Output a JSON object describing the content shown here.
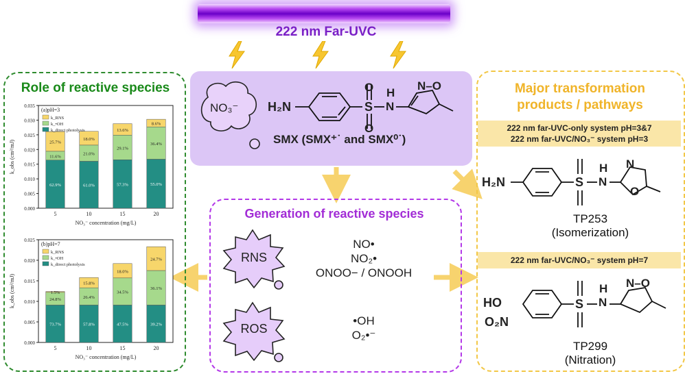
{
  "lamp": {
    "label": "222 nm Far-UVC"
  },
  "smx": {
    "nitrate_label": "NO₃⁻",
    "name_label": "SMX (SMX⁺˙ and SMX⁰˙)"
  },
  "left_panel": {
    "title": "Role of reactive species",
    "charts_meta": {
      "xlabel": "NO₃⁻ concentration (mg/L)",
      "ylabel": "k_obs (cm²/mJ)"
    }
  },
  "middle_panel": {
    "title": "Generation of reactive species",
    "rns": {
      "label": "RNS",
      "species": [
        "NO•",
        "NO₂•",
        "ONOO− / ONOOH"
      ]
    },
    "ros": {
      "label": "ROS",
      "species": [
        "•OH",
        "O₂•⁻"
      ]
    }
  },
  "right_panel": {
    "title_line1": "Major transformation",
    "title_line2": "products / pathways",
    "band1_line1": "222 nm far-UVC-only system   pH=3&7",
    "band1_line2": "222 nm far-UVC/NO₃⁻  system pH=3",
    "band2": "222 nm far-UVC/NO₃⁻  system   pH=7",
    "tp1_name": "TP253",
    "tp1_path": "(Isomerization)",
    "tp2_name": "TP299",
    "tp2_path": "(Nitration)"
  },
  "chem": {
    "h2n": "H₂N",
    "ho": "HO",
    "o2n": "O₂N",
    "S": "S",
    "O": "O",
    "N": "N",
    "H": "H",
    "NO": "N–O"
  },
  "colors": {
    "rns_ros_fill": "#e6cdfa",
    "bar_knox": "#f7d66b",
    "bar_koh": "#a6d98c",
    "bar_direct": "#238e84",
    "arrow": "#f7d36e"
  },
  "chart_data": [
    {
      "type": "bar",
      "stacked": true,
      "panel_label": "(a)pH=3",
      "categories": [
        "5",
        "10",
        "15",
        "20"
      ],
      "xlabel": "NO₃⁻ concentration (mg/L)",
      "ylabel": "k_obs (cm²/mJ)",
      "ylim": [
        0,
        0.035
      ],
      "yticks": [
        "0.000",
        "0.005",
        "0.010",
        "0.015",
        "0.020",
        "0.025",
        "0.030",
        "0.035"
      ],
      "legend": [
        "k_RNS",
        "k_•OH",
        "k_direct photolysis"
      ],
      "series": [
        {
          "name": "k_direct photolysis",
          "values": [
            0.0164,
            0.016,
            0.0165,
            0.0167
          ],
          "labels": [
            "62.9%",
            "61.0%",
            "57.3%",
            "55.0%"
          ]
        },
        {
          "name": "k_•OH",
          "values": [
            0.003,
            0.0055,
            0.0084,
            0.011
          ],
          "labels": [
            "11.6%",
            "21.0%",
            "29.1%",
            "36.4%"
          ]
        },
        {
          "name": "k_RNS",
          "values": [
            0.0067,
            0.0047,
            0.0039,
            0.0026
          ],
          "labels": [
            "25.7%",
            "18.0%",
            "13.6%",
            "8.6%"
          ]
        }
      ]
    },
    {
      "type": "bar",
      "stacked": true,
      "panel_label": "(b)pH=7",
      "categories": [
        "5",
        "10",
        "15",
        "20"
      ],
      "xlabel": "NO₃⁻ concentration (mg/L)",
      "ylabel": "k_obs (cm²/mJ)",
      "ylim": [
        0,
        0.025
      ],
      "yticks": [
        "0.000",
        "0.005",
        "0.010",
        "0.015",
        "0.020",
        "0.025"
      ],
      "legend": [
        "k_RNS",
        "k_•OH",
        "k_direct photolysis"
      ],
      "series": [
        {
          "name": "k_direct photolysis",
          "values": [
            0.0091,
            0.0091,
            0.0091,
            0.0091
          ],
          "labels": [
            "73.7%",
            "57.8%",
            "47.5%",
            "39.2%"
          ]
        },
        {
          "name": "k_•OH",
          "values": [
            0.0031,
            0.0042,
            0.0066,
            0.0084
          ],
          "labels": [
            "24.8%",
            "26.4%",
            "34.5%",
            "36.1%"
          ]
        },
        {
          "name": "k_RNS",
          "values": [
            0.0002,
            0.0025,
            0.0035,
            0.0058
          ],
          "labels": [
            "1.5%",
            "15.8%",
            "18.0%",
            "24.7%"
          ]
        }
      ]
    }
  ]
}
